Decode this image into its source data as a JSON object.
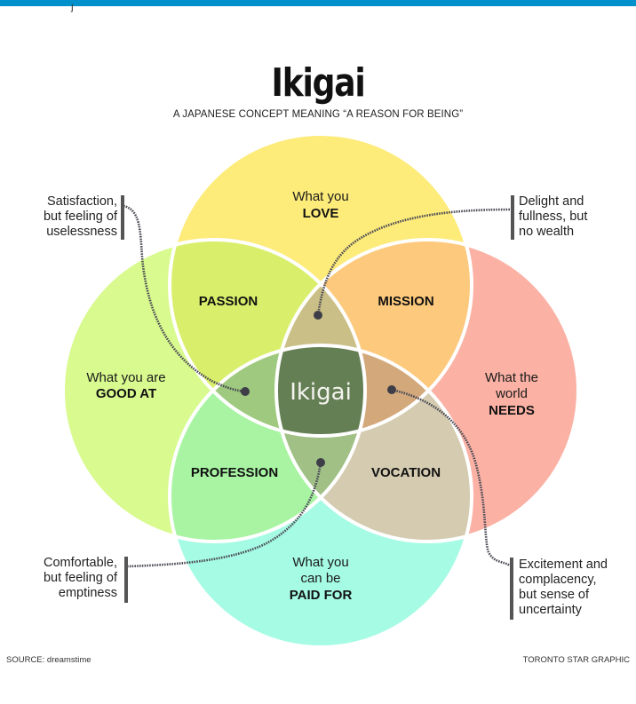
{
  "header": {
    "title": "Ikigai",
    "subtitle": "A JAPANESE CONCEPT MEANING “A REASON FOR BEING”"
  },
  "colors": {
    "top_bar": "#0090cc",
    "love": "#fdeb7a",
    "good_at": "#d8fa8e",
    "needs": "#fbb1a4",
    "paid_for": "#a6fbe4",
    "passion": "#d9ef6c",
    "mission": "#fdc97c",
    "profession": "#a8f4a3",
    "vocation": "#d4cbb0",
    "love_needs_good_paid_top": "#cabf86",
    "bottom_overlap": "#a0c086",
    "left_overlap": "#9ec97e",
    "right_overlap": "#d3a97c",
    "center": "#657f55"
  },
  "circles": {
    "love": {
      "line1": "What you",
      "line2": "LOVE"
    },
    "good_at": {
      "line1": "What you are",
      "line2": "GOOD AT"
    },
    "needs": {
      "line1": "What the",
      "line2": "world",
      "line3": "NEEDS"
    },
    "paid_for": {
      "line1": "What you",
      "line2": "can be",
      "line3": "PAID FOR"
    }
  },
  "overlaps": {
    "passion": "PASSION",
    "mission": "MISSION",
    "profession": "PROFESSION",
    "vocation": "VOCATION",
    "center": "Ikigai"
  },
  "annotations": {
    "top_left": [
      "Satisfaction,",
      "but feeling of",
      "uselessness"
    ],
    "top_right": [
      "Delight and",
      "fullness, but",
      "no wealth"
    ],
    "bottom_left": [
      "Comfortable,",
      "but feeling of",
      "emptiness"
    ],
    "bottom_right": [
      "Excitement and",
      "complacency,",
      "but sense of",
      "uncertainty"
    ]
  },
  "footer": {
    "source": "SOURCE: dreamstime",
    "credit": "TORONTO STAR GRAPHIC"
  }
}
